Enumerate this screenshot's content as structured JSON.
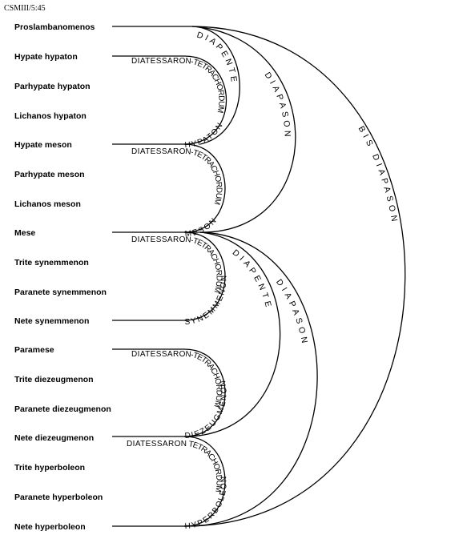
{
  "source_label": "CSMIII/5:45",
  "strings": [
    "Proslambanomenos",
    "Hypate hypaton",
    "Parhypate hypaton",
    "Lichanos hypaton",
    "Hypate meson",
    "Parhypate meson",
    "Lichanos meson",
    "Mese",
    "Trite synemmenon",
    "Paranete synemmenon",
    "Nete synemmenon",
    "Paramese",
    "Trite diezeugmenon",
    "Paranete diezeugmenon",
    "Nete diezeugmenon",
    "Trite hyperboleon",
    "Paranete hyperboleon",
    "Nete hyperboleon"
  ],
  "tetrachords": [
    {
      "outer": "DIATESSARON-TETRACHORDUM",
      "inner": "HYPATON"
    },
    {
      "outer": "DIATESSARON-TETRACHORDUM",
      "inner": "MESON"
    },
    {
      "outer": "DIATESSARON-TETRACHORDUM",
      "inner": "SYNEMMENON"
    },
    {
      "outer": "DIATESSARON-TETRACHORDUM",
      "inner": "DIEZEUGMENON"
    },
    {
      "outer": "DIATESSARON TETRACHORDUM",
      "inner": "HYPERBOLEON"
    }
  ],
  "intervals": {
    "diapente_upper": "DIAPENTE",
    "diapason_upper": "DIAPASON",
    "bis_diapason": "BIS DIAPASON",
    "diapente_lower": "DIAPENTE",
    "diapason_lower": "DIAPASON"
  }
}
